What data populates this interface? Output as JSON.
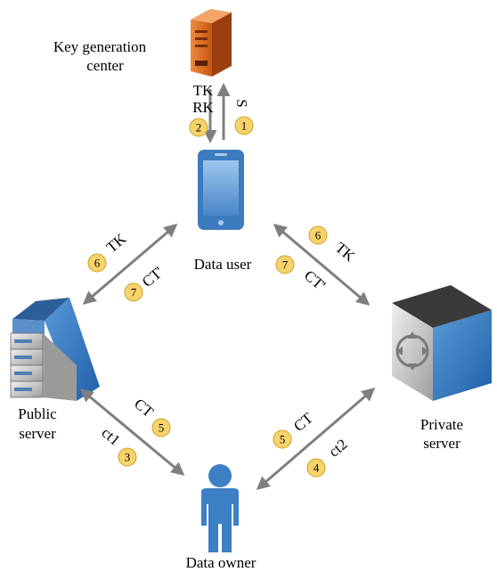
{
  "nodes": {
    "kgc": {
      "label_line1": "Key generation",
      "label_line2": "center"
    },
    "data_user": {
      "label": "Data user"
    },
    "public_server": {
      "label_line1": "Public",
      "label_line2": "server"
    },
    "private_server": {
      "label_line1": "Private",
      "label_line2": "server"
    },
    "data_owner": {
      "label": "Data owner"
    }
  },
  "edges": {
    "kgc_user": {
      "up_label": "S",
      "down_label_1": "TK",
      "down_label_2": "RK",
      "step_left": "2",
      "step_right": "1"
    },
    "user_public": {
      "label_a": "TK",
      "step_a": "6",
      "label_b": "CT'",
      "step_b": "7"
    },
    "user_private": {
      "label_a": "TK",
      "step_a": "6",
      "label_b": "CT'",
      "step_b": "7"
    },
    "owner_public": {
      "label_a": "CT",
      "step_a": "5",
      "label_b": "ct1",
      "step_b": "3"
    },
    "owner_private": {
      "label_a": "CT",
      "step_a": "5",
      "label_b": "ct2",
      "step_b": "4"
    }
  },
  "colors": {
    "arrow": "#7f7f7f",
    "badge_fill": "#f7d36b",
    "badge_stroke": "#c9a227",
    "server_orange": "#e8742e",
    "phone_blue": "#4a86c8",
    "person_blue": "#3d80c5",
    "server_blue": "#2f6db3",
    "server_gray": "#c8c8c8"
  }
}
